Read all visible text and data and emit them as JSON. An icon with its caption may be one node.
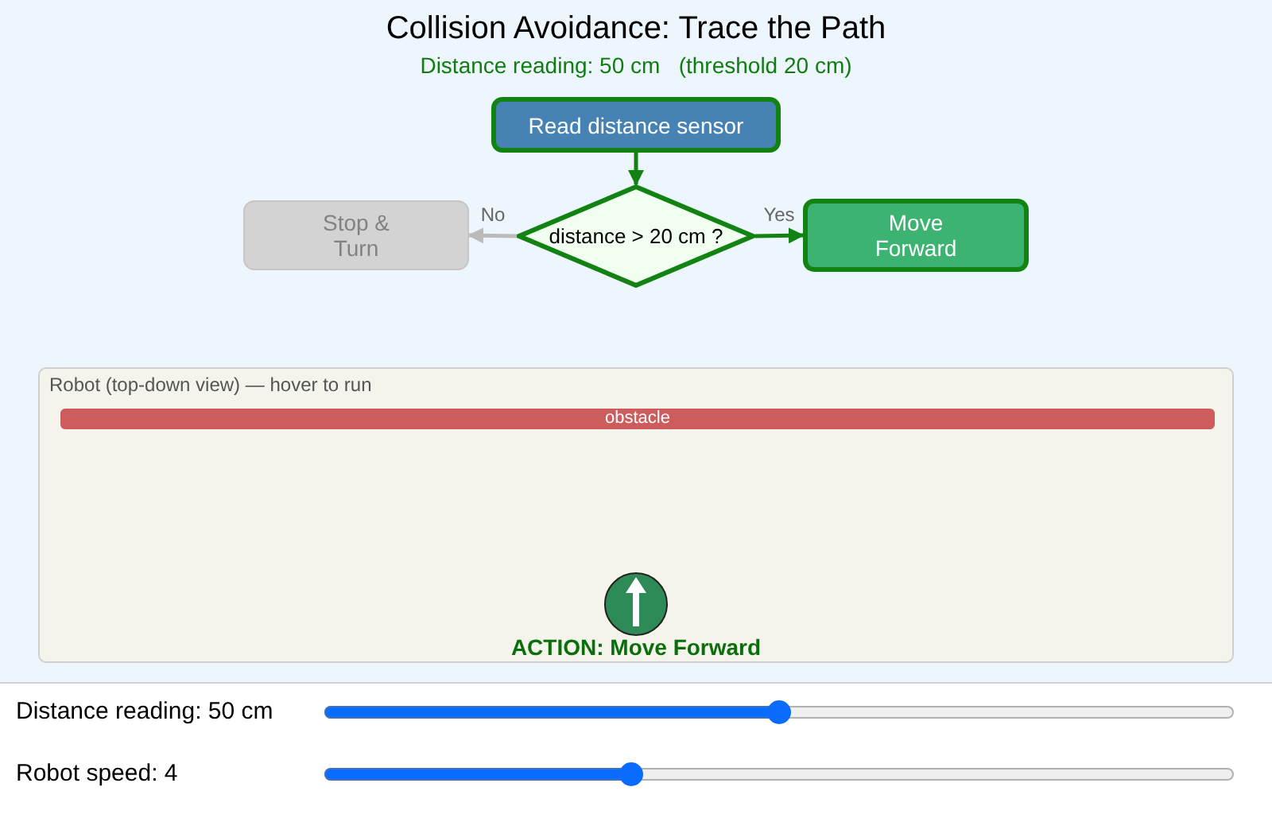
{
  "diagram": {
    "title": "Collision Avoidance: Trace the Path",
    "nodes": [
      {
        "text": [
          "Read distance sensor"
        ]
      },
      {
        "text": [
          "Stop & Turn"
        ]
      },
      {
        "text": [
          "distance > 20 cm ?"
        ]
      },
      {
        "text": [
          "Move Forward"
        ]
      },
      {
        "text": [
          "Robot (top-down view) — hover to run",
          "ACTION: Move Forward"
        ]
      },
      {
        "text": [
          "obstacle"
        ],
        "in": 4
      }
    ],
    "edges": [
      {
        "from": 0,
        "to": 2,
        "arrow": "to"
      },
      {
        "from": 2,
        "to": 1,
        "arrow": "to",
        "label": "No",
        "color": "#bbbbbb"
      },
      {
        "from": 2,
        "to": 3,
        "arrow": "to",
        "label": "Yes"
      }
    ],
    "labels": [
      "Distance reading: 50 cm   (threshold 20 cm)",
      "Distance reading: 50 cm",
      "Robot speed: 4"
    ]
  }
}
